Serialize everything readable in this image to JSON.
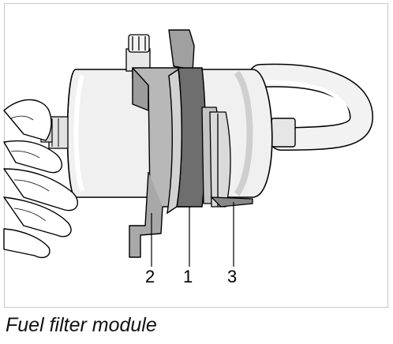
{
  "figure": {
    "caption": "Fuel filter module",
    "callouts": [
      {
        "id": "callout-2",
        "label": "2"
      },
      {
        "id": "callout-1",
        "label": "1"
      },
      {
        "id": "callout-3",
        "label": "3"
      }
    ]
  },
  "colors": {
    "line": "#000000",
    "part_light": "#ececec",
    "part_mid": "#b4b4b4",
    "part_dark": "#6e6e6e",
    "frame": "#c8c8c8"
  }
}
